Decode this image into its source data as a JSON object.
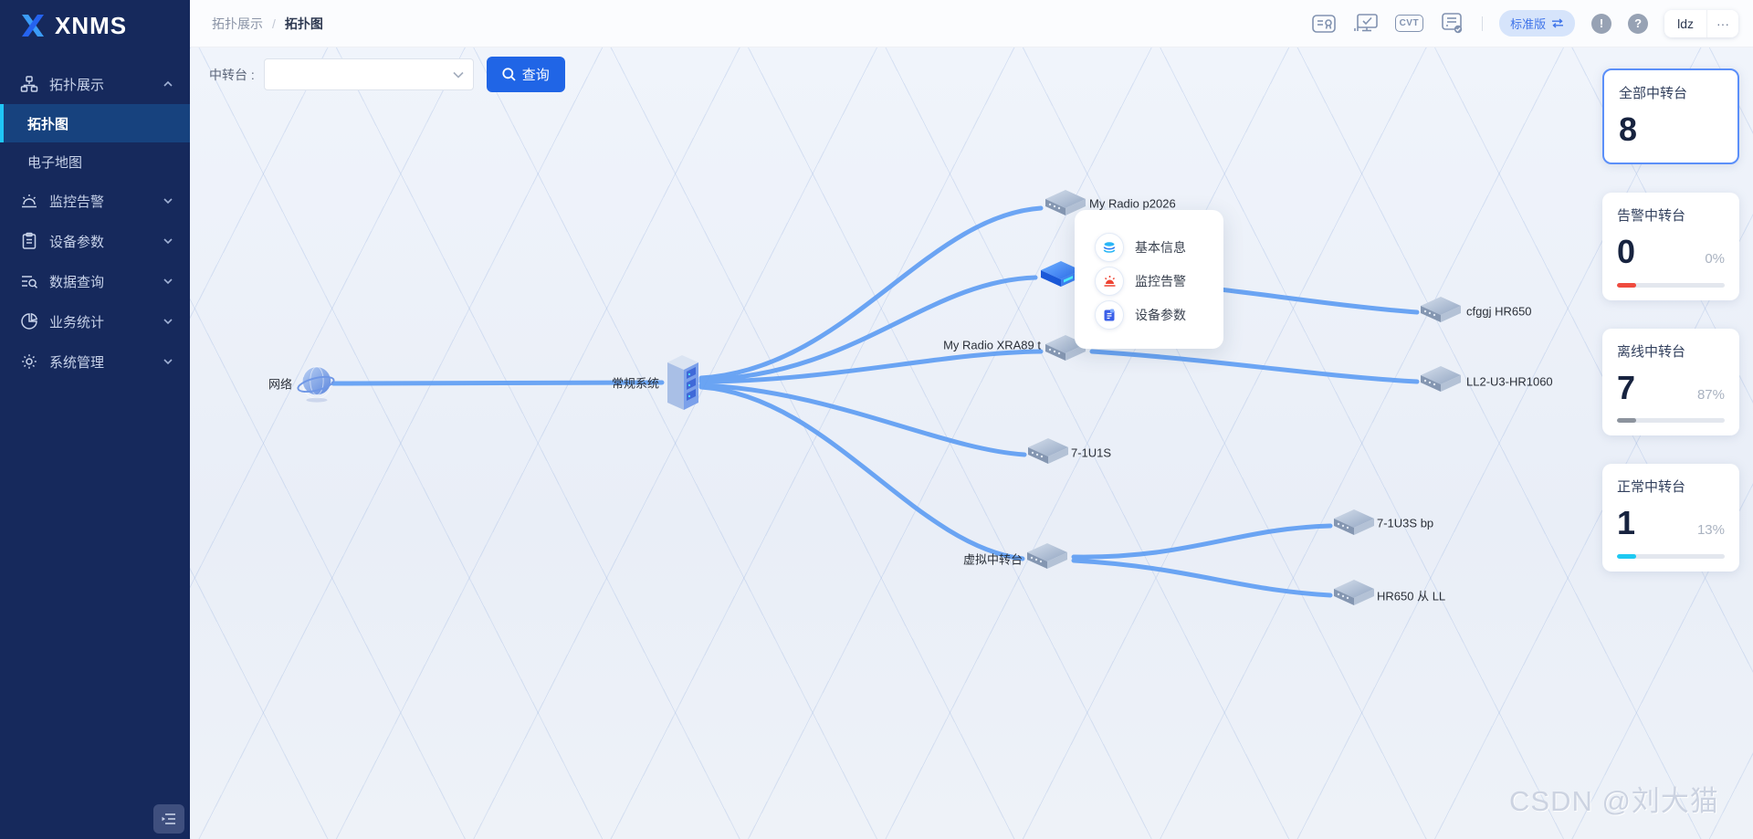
{
  "app": {
    "logo": "XNMS"
  },
  "sidebar": {
    "groups": [
      {
        "label": "拓扑展示",
        "state": "expanded",
        "children": [
          {
            "label": "拓扑图",
            "active": true
          },
          {
            "label": "电子地图",
            "active": false
          }
        ]
      },
      {
        "label": "监控告警",
        "state": "collapsed"
      },
      {
        "label": "设备参数",
        "state": "collapsed"
      },
      {
        "label": "数据查询",
        "state": "collapsed"
      },
      {
        "label": "业务统计",
        "state": "collapsed"
      },
      {
        "label": "系统管理",
        "state": "collapsed"
      }
    ]
  },
  "breadcrumb": {
    "parent": "拓扑展示",
    "separator": "/",
    "current": "拓扑图"
  },
  "topbar": {
    "icons": [
      {
        "name": "license-icon"
      },
      {
        "name": "monitor-check-icon"
      },
      {
        "name": "cvt-icon",
        "text": "CVT"
      },
      {
        "name": "report-check-icon"
      }
    ],
    "version_badge": "标准版",
    "info_symbol": "!",
    "help_symbol": "?",
    "user": "ldz",
    "more": "···"
  },
  "filter": {
    "label": "中转台 :",
    "select_value": "",
    "button": "查询"
  },
  "cards": [
    {
      "title": "全部中转台",
      "value": "8",
      "percent": "",
      "selected": true,
      "border_color": "#5b8ff9"
    },
    {
      "title": "告警中转台",
      "value": "0",
      "percent": "0%",
      "bar_color": "#ef4b3f"
    },
    {
      "title": "离线中转台",
      "value": "7",
      "percent": "87%",
      "bar_color": "#8c939d"
    },
    {
      "title": "正常中转台",
      "value": "1",
      "percent": "13%",
      "bar_color": "#1ec9f2"
    }
  ],
  "context_menu": {
    "items": [
      {
        "label": "基本信息",
        "icon": "layers-icon"
      },
      {
        "label": "监控告警",
        "icon": "alarm-icon"
      },
      {
        "label": "设备参数",
        "icon": "device-params-icon"
      }
    ]
  },
  "topology": {
    "nodes": [
      {
        "label": "网络",
        "type": "globe"
      },
      {
        "label": "常规系统",
        "type": "server"
      },
      {
        "label": "My Radio p2026",
        "type": "switch"
      },
      {
        "label": "My Radio XRA89 t",
        "type": "switch"
      },
      {
        "label": "7-1U1S",
        "type": "switch"
      },
      {
        "label": "虚拟中转台",
        "type": "switch"
      },
      {
        "label": "cfggj  HR650",
        "type": "switch"
      },
      {
        "label": "LL2-U3-HR1060",
        "type": "switch"
      },
      {
        "label": "7-1U3S bp",
        "type": "switch"
      },
      {
        "label": "HR650 从 LL",
        "type": "switch"
      }
    ],
    "link_color": "#5d9cf3"
  },
  "watermark": "CSDN @刘大猫"
}
